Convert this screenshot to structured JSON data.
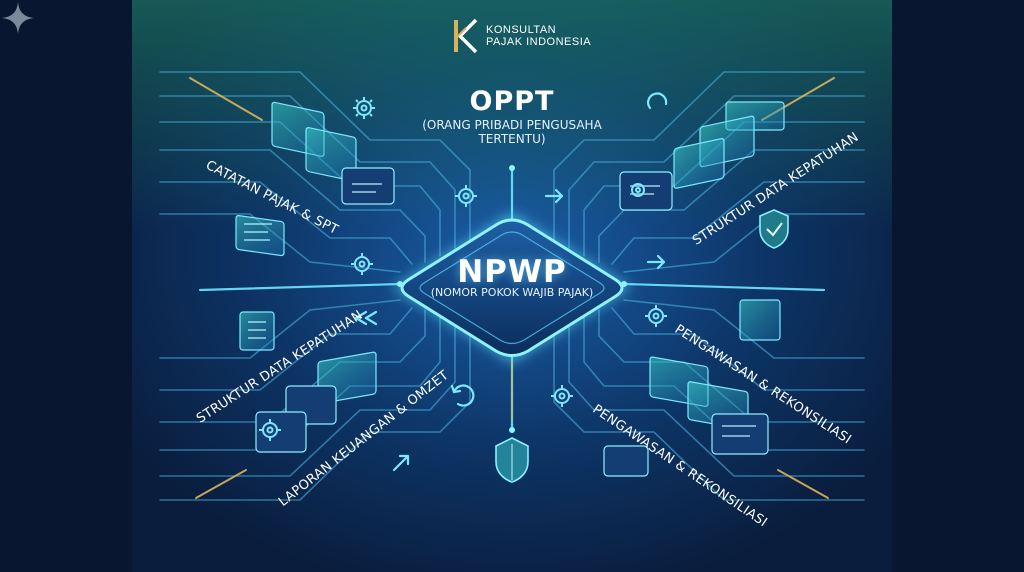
{
  "brand": {
    "name": "KONSULTAN PAJAK INDONESIA",
    "logo": "k-monogram-logo"
  },
  "top": {
    "title": "OPPT",
    "subtitle": "(ORANG PRIBADI PENGUSAHA TERTENTU)"
  },
  "center": {
    "title": "NPWP",
    "subtitle": "(NOMOR POKOK WAJIB PAJAK)"
  },
  "labels": {
    "top_left": "CATATAN PAJAK & SPT",
    "top_right": "STRUKTUR DATA KEPATUHAN",
    "mid_left": "STRUKTUR DATA KEPATUHAN",
    "bottom_left": "LAPORAN KEUANGAN & OMZET",
    "mid_right": "PENGAWASAN & REKONSILIASI",
    "bottom_right": "PENGAWASAN & REKONSILIASI"
  },
  "colors": {
    "bg_dark": "#081630",
    "bg_blue": "#0f3a72",
    "glow": "#5fe0ff",
    "accent_gold": "#d9b35a",
    "teal": "#2fb3a8"
  },
  "icons": [
    "gear-icon",
    "shield-check-icon",
    "arrow-icon",
    "refresh-icon",
    "document-stack-icon",
    "sparkle-icon"
  ]
}
